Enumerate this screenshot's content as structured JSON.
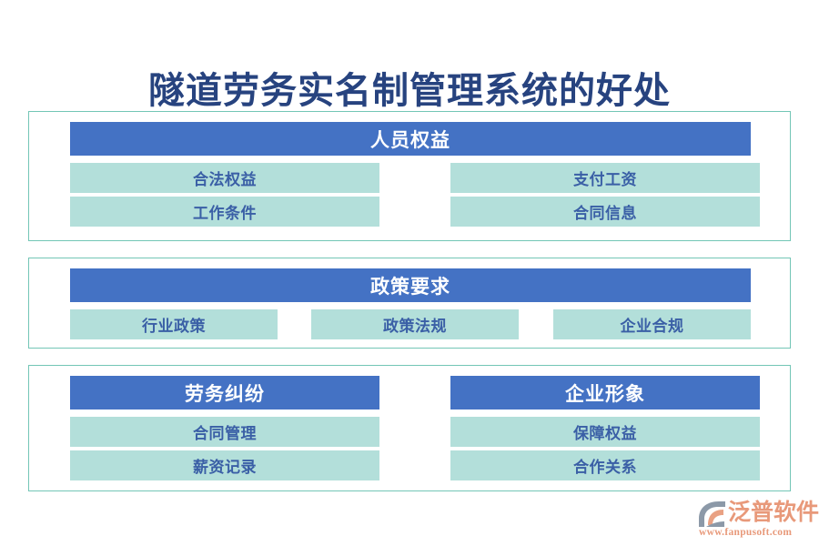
{
  "page": {
    "title": "隧道劳务实名制管理系统的好处",
    "background": "#FFFFFF"
  },
  "colors": {
    "title_text": "#27437F",
    "header_bar": "#4472C4",
    "header_text": "#FFFFFF",
    "chip_fill": "#B3DFDA",
    "chip_text": "#3A5FA6",
    "container_border": "#73C6B6",
    "logo_text": "#E8997A",
    "logo_mark_grey": "#8C99A8",
    "logo_mark_orange": "#E9A183"
  },
  "sections": [
    {
      "layout": "single-header-grid",
      "groups": [
        {
          "header": "人员权益",
          "items": [
            "合法权益",
            "支付工资",
            "工作条件",
            "合同信息"
          ]
        }
      ]
    },
    {
      "layout": "single-header-row",
      "groups": [
        {
          "header": "政策要求",
          "items": [
            "行业政策",
            "政策法规",
            "企业合规"
          ]
        }
      ]
    },
    {
      "layout": "dual-column",
      "groups": [
        {
          "header": "劳务纠纷",
          "items": [
            "合同管理",
            "薪资记录"
          ]
        },
        {
          "header": "企业形象",
          "items": [
            "保障权益",
            "合作关系"
          ]
        }
      ]
    }
  ],
  "logo": {
    "mark": "fanpu-swoosh-logo-icon",
    "name": "泛普软件",
    "url": "www.fanpusoft.com"
  }
}
